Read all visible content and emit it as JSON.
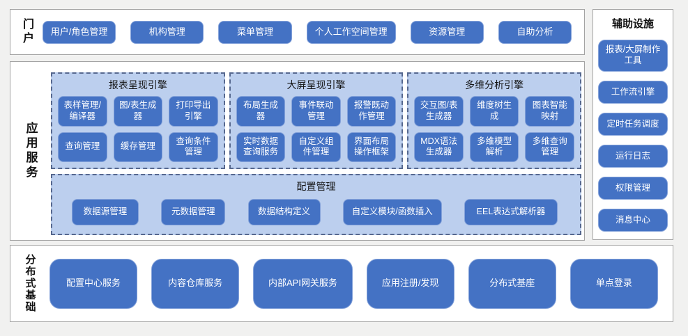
{
  "portal": {
    "label": "门户",
    "buttons": [
      "用户/角色管理",
      "机构管理",
      "菜单管理",
      "个人工作空间管理",
      "资源管理",
      "自助分析"
    ]
  },
  "app_services": {
    "label": "应用服务",
    "engines": [
      {
        "title": "报表呈现引擎",
        "buttons": [
          "表样管理/编译器",
          "图/表生成器",
          "打印导出引擎",
          "查询管理",
          "缓存管理",
          "查询条件管理"
        ]
      },
      {
        "title": "大屏呈现引擎",
        "buttons": [
          "布局生成器",
          "事件联动管理",
          "报警既动作管理",
          "实时数据查询服务",
          "自定义组件管理",
          "界面布局操作框架"
        ]
      },
      {
        "title": "多维分析引擎",
        "buttons": [
          "交互图/表生成器",
          "维度树生成",
          "图表智能映射",
          "MDX语法生成器",
          "多维模型解析",
          "多维查询管理"
        ]
      }
    ],
    "config": {
      "title": "配置管理",
      "buttons": [
        "数据源管理",
        "元数据管理",
        "数据结构定义",
        "自定义模块/函数插入",
        "EEL表达式解析器"
      ]
    }
  },
  "auxiliary": {
    "title": "辅助设施",
    "buttons": [
      "报表/大屏制作工具",
      "工作流引擎",
      "定时任务调度",
      "运行日志",
      "权限管理",
      "消息中心"
    ]
  },
  "distributed": {
    "label": "分布式基础",
    "buttons": [
      "配置中心服务",
      "内容仓库服务",
      "内部API网关服务",
      "应用注册/发现",
      "分布式基座",
      "单点登录"
    ]
  },
  "colors": {
    "accent_blue": "#4472C4",
    "button_border": "#84A2DA",
    "panel_blue": "#BCCFEE",
    "panel_dash_border": "#56688F",
    "box_border": "#A3A3A3",
    "background": "#F1F1F0",
    "button_text": "#FFFFFF"
  }
}
